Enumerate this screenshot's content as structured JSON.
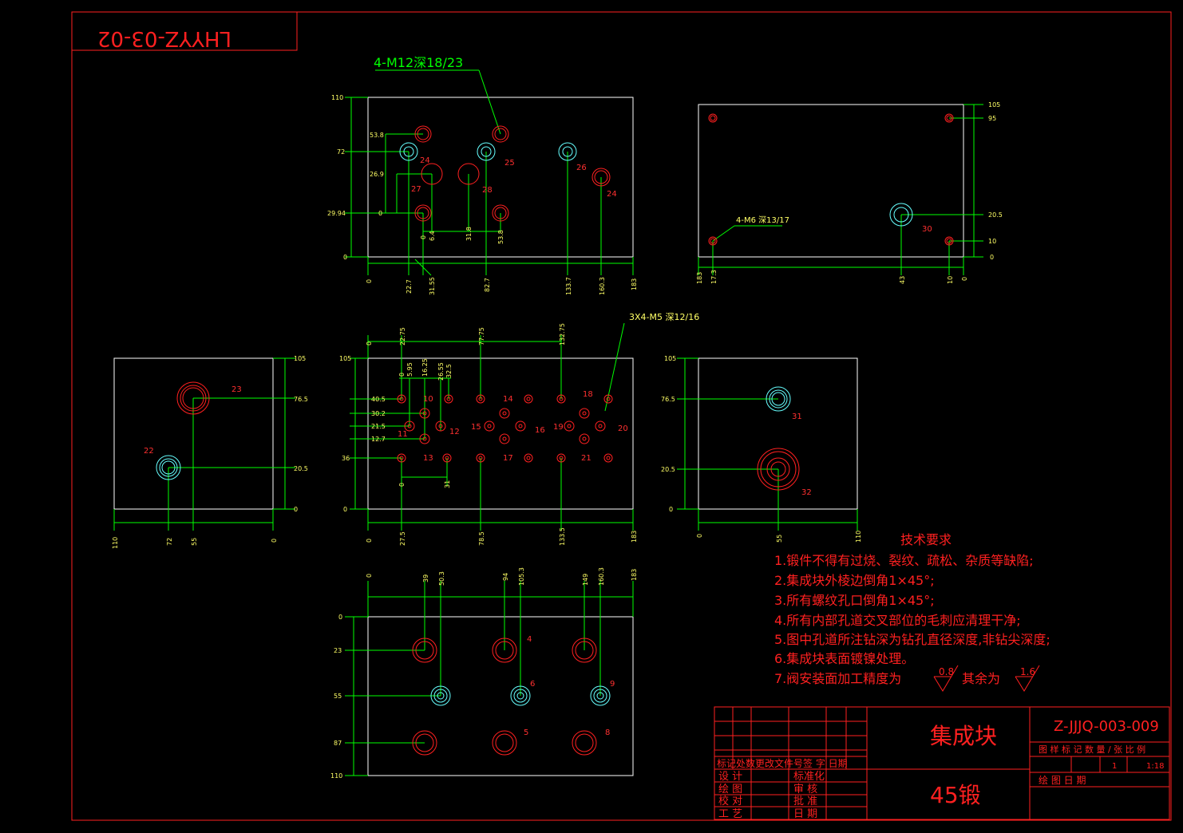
{
  "drawing": {
    "mirrored_code": "LHYYZ-03-02",
    "callouts": {
      "top_left": "4-M12深18/23",
      "top_right": "4-M6 深13/17",
      "middle": "3X4-M5 深12/16"
    },
    "view_top_left": {
      "x_dims": [
        "0",
        "22.7",
        "31.55",
        "82.7",
        "133.7",
        "160.3",
        "183"
      ],
      "y_dims": [
        "110",
        "72",
        "29.94",
        "0"
      ],
      "inner_dims": [
        "53.8",
        "26.9",
        "0",
        "6.4",
        "31.8",
        "53.8"
      ],
      "labels": [
        "24",
        "25",
        "26",
        "27",
        "28",
        "24"
      ]
    },
    "view_top_right": {
      "x_dims": [
        "183",
        "17.3",
        "43",
        "10",
        "0"
      ],
      "y_dims": [
        "105",
        "95",
        "20.5",
        "10",
        "0"
      ],
      "labels": [
        "30"
      ]
    },
    "view_mid_left": {
      "x_dims": [
        "110",
        "72",
        "55",
        "0"
      ],
      "y_dims": [
        "105",
        "76.5",
        "20.5",
        "0"
      ],
      "labels": [
        "23",
        "22"
      ]
    },
    "view_mid_center": {
      "top_dims": [
        "0",
        "22.75",
        "77.75",
        "132.75",
        "5.95",
        "16.25",
        "26.55",
        "32.5"
      ],
      "x_dims": [
        "0",
        "27.5",
        "78.5",
        "133.5",
        "183"
      ],
      "y_dims": [
        "105",
        "40.5",
        "30.2",
        "21.5",
        "12.7",
        "36",
        "0"
      ],
      "inner_dims": [
        "0",
        "0",
        "31"
      ],
      "labels": [
        "10",
        "11",
        "12",
        "13",
        "14",
        "15",
        "16",
        "17",
        "18",
        "19",
        "20",
        "21"
      ]
    },
    "view_mid_right": {
      "x_dims": [
        "0",
        "55",
        "110"
      ],
      "y_dims": [
        "105",
        "76.5",
        "20.5",
        "0"
      ],
      "labels": [
        "31",
        "32"
      ]
    },
    "view_bottom": {
      "x_dims": [
        "0",
        "39",
        "50.3",
        "94",
        "105.3",
        "149",
        "160.3",
        "183"
      ],
      "y_dims": [
        "0",
        "23",
        "55",
        "87",
        "110"
      ],
      "labels": [
        "4",
        "6",
        "9",
        "5",
        "8"
      ]
    }
  },
  "notes": {
    "title": "技术要求",
    "items": [
      "1.锻件不得有过烧、裂纹、疏松、杂质等缺陷;",
      "2.集成块外棱边倒角1×45°;",
      "3.所有螺纹孔口倒角1×45°;",
      "4.所有内部孔道交叉部位的毛刺应清理干净;",
      "5.图中孔道所注钻深为钻孔直径深度,非钻尖深度;",
      "6.集成块表面镀镍处理。"
    ],
    "item7_prefix": "7.阀安装面加工精度为",
    "item7_mid": "其余为",
    "roughness_1": "0.8",
    "roughness_2": "1.6"
  },
  "title_block": {
    "part_name": "集成块",
    "material": "45锻",
    "drawing_number": "Z-JJJQ-003-009",
    "revision_header": "标记处数更改文件号签 字 日期",
    "rows_left": [
      "设 计",
      "绘 图",
      "校 对",
      "工 艺"
    ],
    "rows_right": [
      "标准化",
      "审 核",
      "批 准",
      "日 期"
    ],
    "right_header": "图 样 标 记 数 量 / 张 比 例",
    "qty": "1",
    "scale": "1:18",
    "date_label": "绘 图 日 期"
  },
  "colors": {
    "frame": "#ff2020",
    "outline": "#ffffff",
    "dimension": "#00ff00",
    "text_dim": "#ffff66",
    "hole_red": "#ff2020",
    "hole_cyan": "#66ffff"
  }
}
